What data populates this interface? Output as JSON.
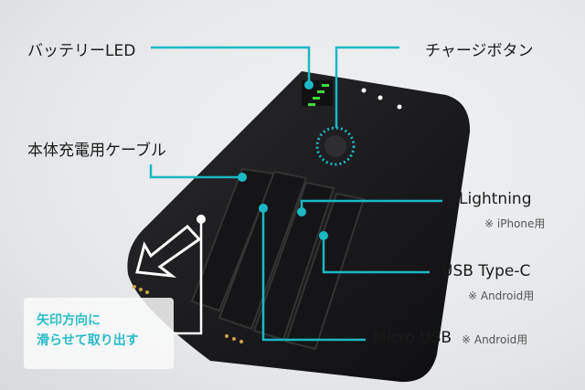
{
  "labels": {
    "battery_led": "バッテリーLED",
    "charge_button": "チャージボタン",
    "charging_cable": "本体充電用ケーブル",
    "lightning": "Lightning",
    "lightning_note": "※ iPhone用",
    "usb_c": "USB Type-C",
    "usb_c_note": "※ Android用",
    "micro_usb": "Micro USB",
    "micro_usb_note": "※ Android用"
  },
  "instruction": {
    "line1": "矢印方向に",
    "line2": "滑らせて取り出す"
  },
  "colors": {
    "accent": "#1bb8c5",
    "device": "#1c1c1e",
    "led": "#3ddc3d"
  }
}
